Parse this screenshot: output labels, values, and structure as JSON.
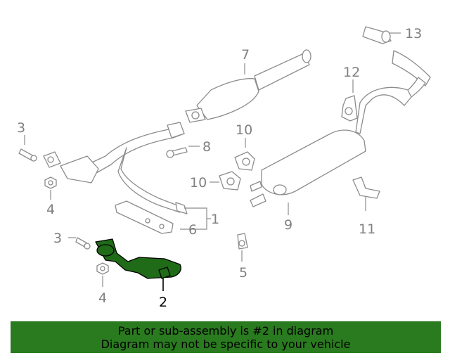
{
  "callouts": {
    "p1": "1",
    "p2": "2",
    "p3a": "3",
    "p3b": "3",
    "p4a": "4",
    "p4b": "4",
    "p5": "5",
    "p6": "6",
    "p7": "7",
    "p8": "8",
    "p9": "9",
    "p10a": "10",
    "p10b": "10",
    "p11": "11",
    "p12": "12",
    "p13": "13"
  },
  "banner": {
    "line1": "Part or sub-assembly is #2 in diagram",
    "line2": "Diagram may not be specific to your vehicle"
  },
  "colors": {
    "highlight_part": "#1f6b17",
    "banner_bg": "#2a7a1f",
    "line_gray": "#8c8c8c"
  }
}
